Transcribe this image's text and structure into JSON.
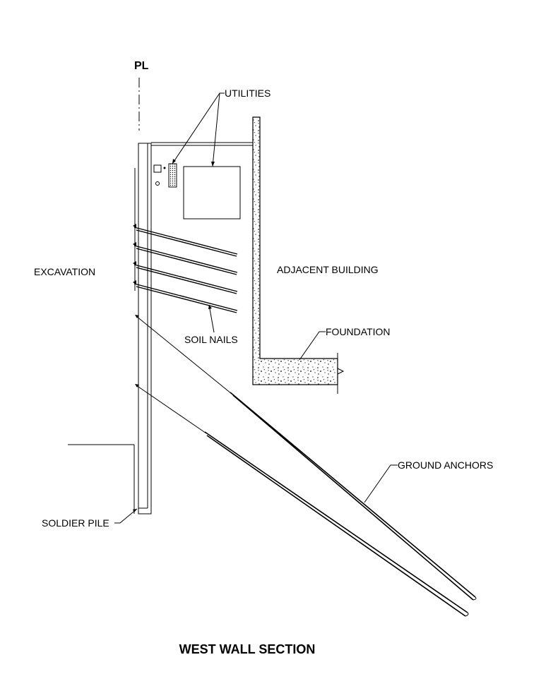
{
  "property_line_symbol": "PL",
  "labels": {
    "utilities": "UTILITIES",
    "excavation": "EXCAVATION",
    "adjacent_building": "ADJACENT BUILDING",
    "soil_nails": "SOIL NAILS",
    "foundation": "FOUNDATION",
    "ground_anchors": "GROUND ANCHORS",
    "soldier_pile": "SOLDIER PILE"
  },
  "title": "WEST WALL SECTION",
  "colors": {
    "ink": "#000000",
    "background": "#ffffff"
  }
}
